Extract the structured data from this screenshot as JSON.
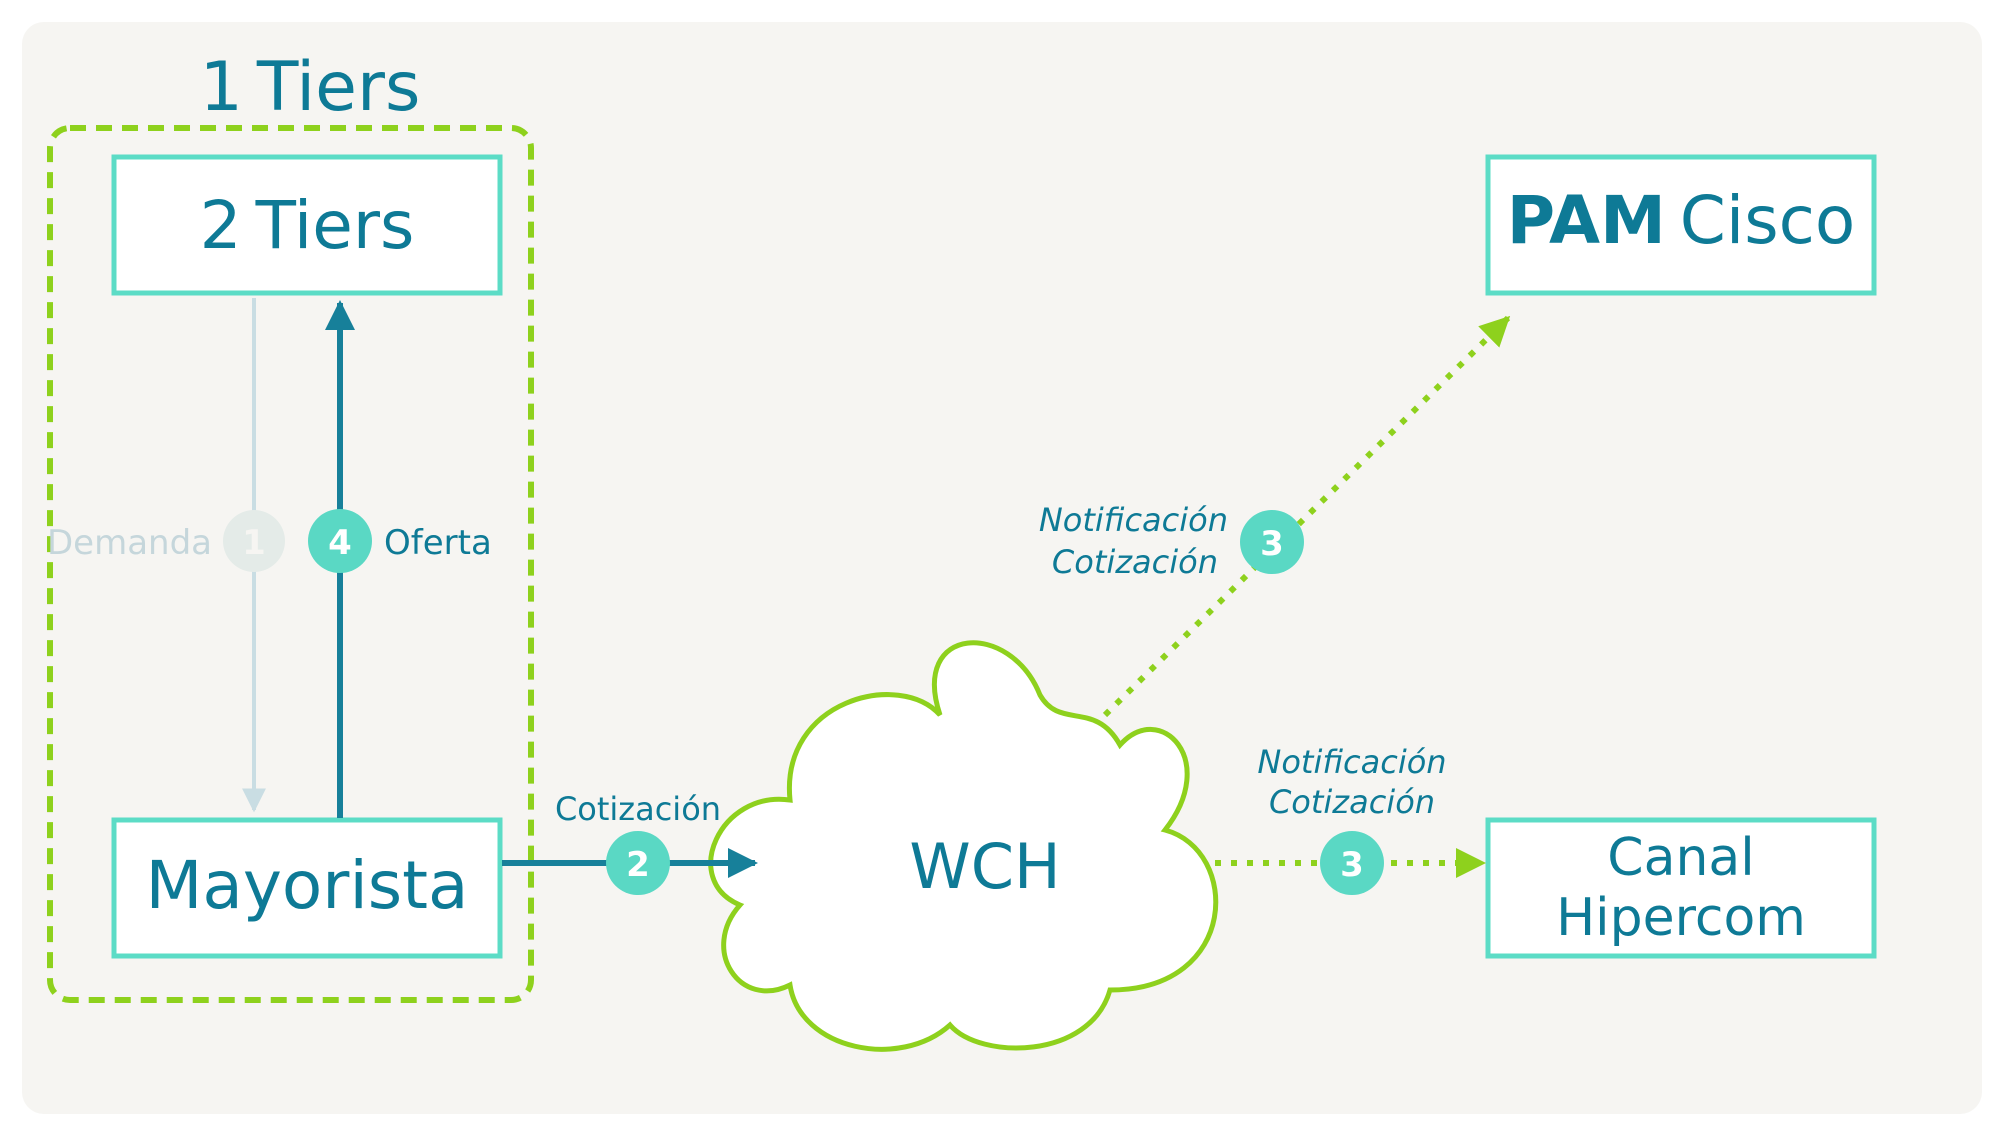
{
  "colors": {
    "background": "#f6f5f2",
    "box_border": "#5cdcc6",
    "box_fill": "#ffffff",
    "teal_text": "#0e7a96",
    "arrow_teal": "#17809a",
    "arrow_faded": "#c9dde3",
    "faded_text": "#c5d6db",
    "faded_badge": "#e4ebe8",
    "green": "#8ed11d",
    "badge": "#5ad8c4",
    "badge_text": "#ffffff"
  },
  "group": {
    "title_number": "1",
    "title_word": "Tiers"
  },
  "nodes": {
    "two_tiers": {
      "number": "2",
      "word": "Tiers"
    },
    "mayorista": {
      "label": "Mayorista"
    },
    "wch": {
      "label": "WCH"
    },
    "pam_cisco": {
      "bold": "PAM",
      "light": "Cisco"
    },
    "canal_hipercom": {
      "line1": "Canal",
      "line2": "Hipercom"
    }
  },
  "edges": {
    "demanda": {
      "label": "Demanda",
      "step": "1"
    },
    "oferta": {
      "label": "Oferta",
      "step": "4"
    },
    "cotizacion": {
      "label": "Cotización",
      "step": "2"
    },
    "notif_pam": {
      "line1": "Notificación",
      "line2": "Cotización",
      "step": "3"
    },
    "notif_canal": {
      "line1": "Notificación",
      "line2": "Cotización",
      "step": "3"
    }
  }
}
